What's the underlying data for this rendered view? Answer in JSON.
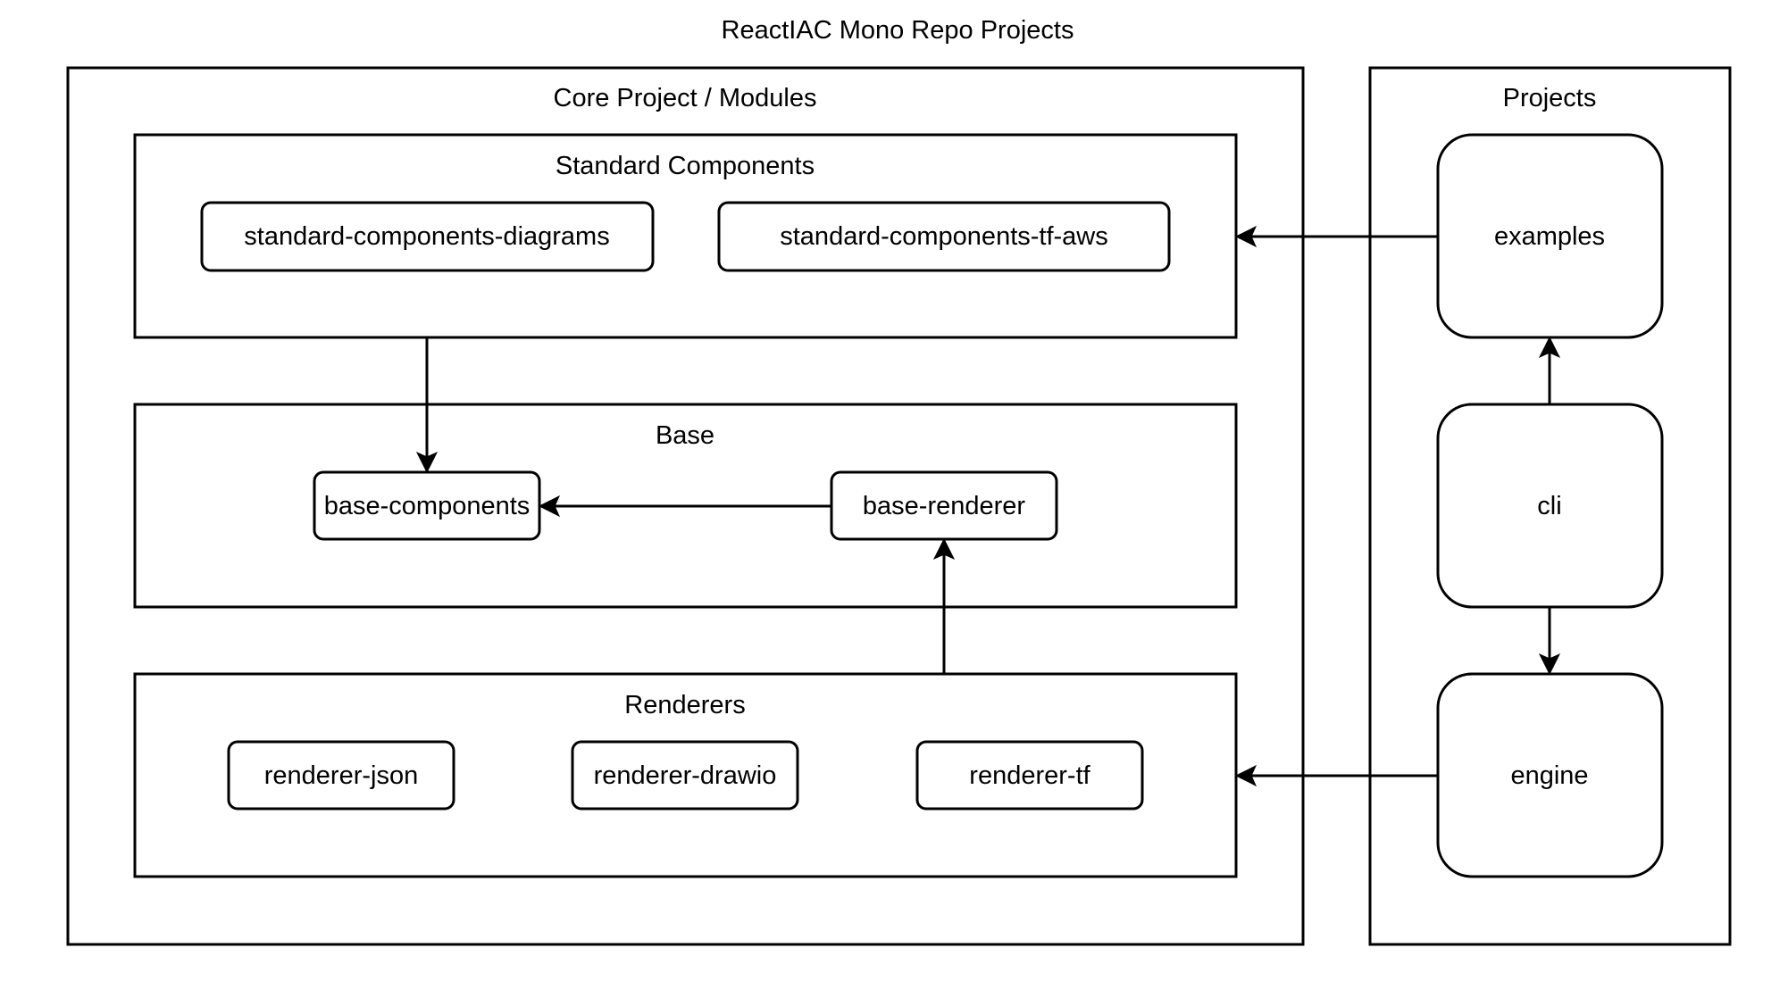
{
  "title": "ReactIAC Mono Repo Projects",
  "groups": {
    "core": {
      "label": "Core Project / Modules"
    },
    "standard_components": {
      "label": "Standard Components"
    },
    "base": {
      "label": "Base"
    },
    "renderers": {
      "label": "Renderers"
    },
    "projects": {
      "label": "Projects"
    }
  },
  "nodes": {
    "standard_components_diagrams": "standard-components-diagrams",
    "standard_components_tf_aws": "standard-components-tf-aws",
    "base_components": "base-components",
    "base_renderer": "base-renderer",
    "renderer_json": "renderer-json",
    "renderer_drawio": "renderer-drawio",
    "renderer_tf": "renderer-tf",
    "examples": "examples",
    "cli": "cli",
    "engine": "engine"
  },
  "edges": [
    {
      "from": "examples",
      "to": "standard_components"
    },
    {
      "from": "standard_components",
      "to": "base_components"
    },
    {
      "from": "base_renderer",
      "to": "base_components"
    },
    {
      "from": "renderers",
      "to": "base_renderer"
    },
    {
      "from": "cli",
      "to": "examples"
    },
    {
      "from": "cli",
      "to": "engine"
    },
    {
      "from": "engine",
      "to": "renderers"
    }
  ]
}
